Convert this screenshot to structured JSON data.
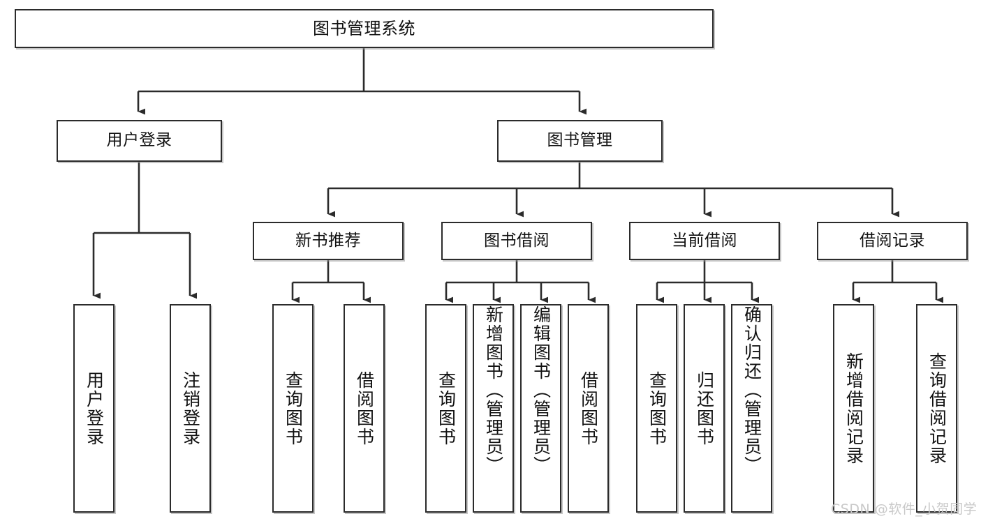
{
  "diagram": {
    "type": "tree-hierarchy",
    "title": "图书管理系统",
    "orientation": "top-down",
    "colors": {
      "node_border": "#2b2b2b",
      "node_fill": "#ffffff",
      "connector": "#333333",
      "text": "#111111",
      "watermark": "#c9c9c9",
      "background": "#ffffff"
    },
    "nodes": {
      "root": {
        "label": "图书管理系统",
        "level": 0
      },
      "level1": [
        {
          "id": "user-login",
          "label": "用户登录"
        },
        {
          "id": "book-manage",
          "label": "图书管理"
        }
      ],
      "level2": [
        {
          "id": "new-book-recommend",
          "label": "新书推荐",
          "parent": "book-manage"
        },
        {
          "id": "book-borrow",
          "label": "图书借阅",
          "parent": "book-manage"
        },
        {
          "id": "current-borrow",
          "label": "当前借阅",
          "parent": "book-manage"
        },
        {
          "id": "borrow-record",
          "label": "借阅记录",
          "parent": "book-manage"
        }
      ],
      "leaves": [
        {
          "id": "leaf-user-login",
          "label": "用户登录",
          "parent": "user-login"
        },
        {
          "id": "leaf-logout",
          "label": "注销登录",
          "parent": "user-login"
        },
        {
          "id": "leaf-query-book-1",
          "label": "查询图书",
          "parent": "new-book-recommend"
        },
        {
          "id": "leaf-borrow-book-1",
          "label": "借阅图书",
          "parent": "new-book-recommend"
        },
        {
          "id": "leaf-query-book-2",
          "label": "查询图书",
          "parent": "book-borrow"
        },
        {
          "id": "leaf-add-book",
          "label": "新增图书（管理员）",
          "parent": "book-borrow"
        },
        {
          "id": "leaf-edit-book",
          "label": "编辑图书（管理员）",
          "parent": "book-borrow"
        },
        {
          "id": "leaf-borrow-book-2",
          "label": "借阅图书",
          "parent": "book-borrow"
        },
        {
          "id": "leaf-query-book-3",
          "label": "查询图书",
          "parent": "current-borrow"
        },
        {
          "id": "leaf-return-book",
          "label": "归还图书",
          "parent": "current-borrow"
        },
        {
          "id": "leaf-confirm-return",
          "label": "确认归还（管理员）",
          "parent": "current-borrow"
        },
        {
          "id": "leaf-add-record",
          "label": "新增借阅记录",
          "parent": "borrow-record"
        },
        {
          "id": "leaf-query-record",
          "label": "查询借阅记录",
          "parent": "borrow-record"
        }
      ]
    },
    "watermark": "CSDN @软件_小贺同学"
  }
}
